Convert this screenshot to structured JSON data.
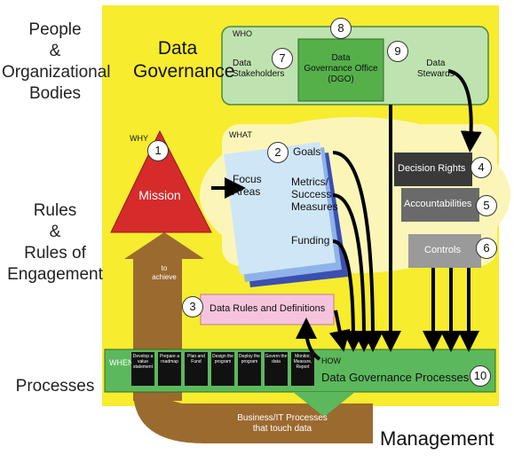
{
  "left_labels": {
    "people": "People\n&\nOrganizational\nBodies",
    "rules": "Rules\n&\nRules of\nEngagement",
    "processes": "Processes"
  },
  "title": "Data\nGovernance",
  "who": {
    "header": "WHO",
    "stakeholders": "Data\nStakeholders",
    "dgo": "Data\nGovernance Office\n(DGO)",
    "stewards": "Data\nStewards"
  },
  "why": "WHY",
  "mission": "Mission",
  "to_achieve": "to\nachieve",
  "what": {
    "header": "WHAT",
    "focus_areas": "Focus\nAreas",
    "goals": "Goals",
    "metrics": "Metrics/\nSuccess\nMeasures",
    "funding": "Funding"
  },
  "right_boxes": {
    "decision_rights": "Decision Rights",
    "accountabilities": "Accountabilities",
    "controls": "Controls"
  },
  "data_rules": "Data Rules and Definitions",
  "how": "HOW",
  "when": "WHEN",
  "dg_processes": "Data Governance Processes",
  "business_it": "Business/IT Processes\nthat touch data",
  "management": "Management",
  "numbers": [
    "1",
    "2",
    "3",
    "4",
    "5",
    "6",
    "7",
    "8",
    "9",
    "10"
  ],
  "steps": [
    "Develop a value statement",
    "Prepare a roadmap",
    "Plan and Fund",
    "Design the program",
    "Deploy the program",
    "Govern the data",
    "Monitor, Measure, Report"
  ],
  "colors": {
    "yellow": "#f7ec2e",
    "green": "#5cb85c",
    "red": "#d62b2b",
    "brown": "#9b6a2f",
    "pink": "#f5c4dc",
    "light_blue": "#cfe6f7",
    "gray_dark": "#333333"
  }
}
